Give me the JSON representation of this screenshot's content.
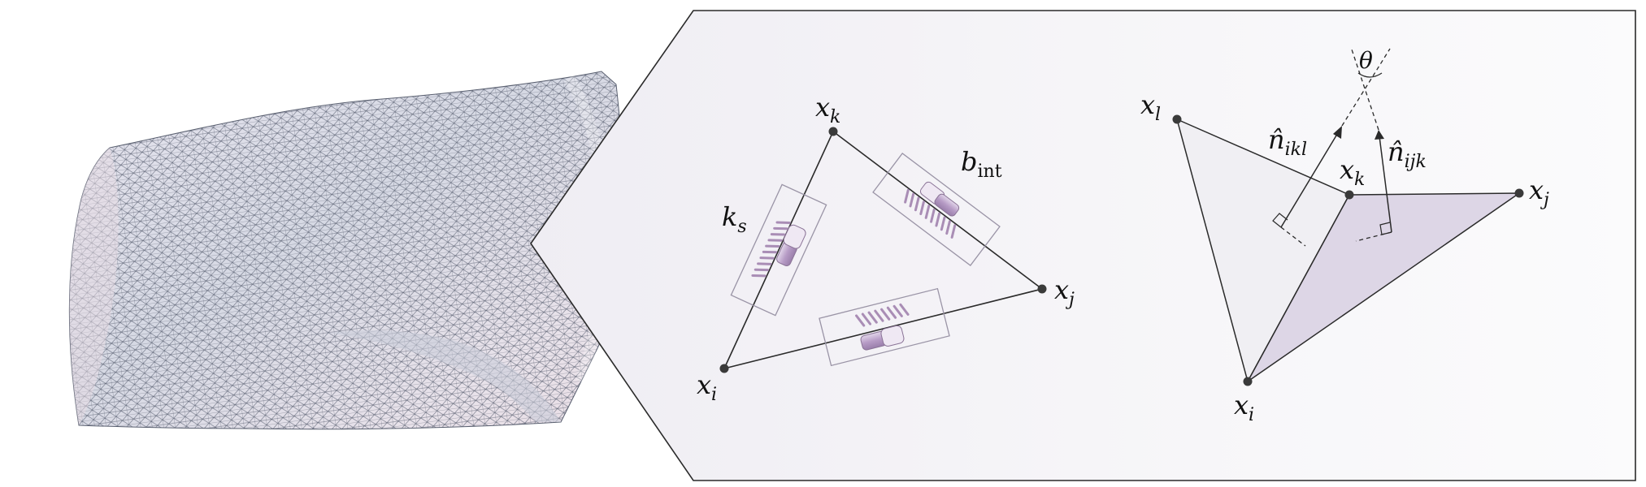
{
  "colors": {
    "mesh_fill": "#dcdde8",
    "mesh_line": "#4a5060",
    "panel_bg": "#f4f3f7",
    "panel_border": "#2a2a2a",
    "element_purple": "#b7a3c4",
    "face_shaded": "#ddd6e6",
    "face_light": "#f1f0f4"
  },
  "triangle_labels": {
    "xk": {
      "base": "x",
      "sub": "k"
    },
    "xi": {
      "base": "x",
      "sub": "i"
    },
    "xj": {
      "base": "x",
      "sub": "j"
    },
    "ks": {
      "base": "k",
      "sub": "s"
    },
    "bint": {
      "base": "b",
      "sub": "int"
    }
  },
  "dihedral_labels": {
    "xl": {
      "base": "x",
      "sub": "l"
    },
    "xk": {
      "base": "x",
      "sub": "k"
    },
    "xj": {
      "base": "x",
      "sub": "j"
    },
    "xi": {
      "base": "x",
      "sub": "i"
    },
    "n_ikl": {
      "base": "n̂",
      "sub": "ikl"
    },
    "n_ijk": {
      "base": "n̂",
      "sub": "ijk"
    },
    "theta": "θ"
  },
  "icons": {
    "spring": "spring-icon",
    "damper": "damper-icon"
  }
}
